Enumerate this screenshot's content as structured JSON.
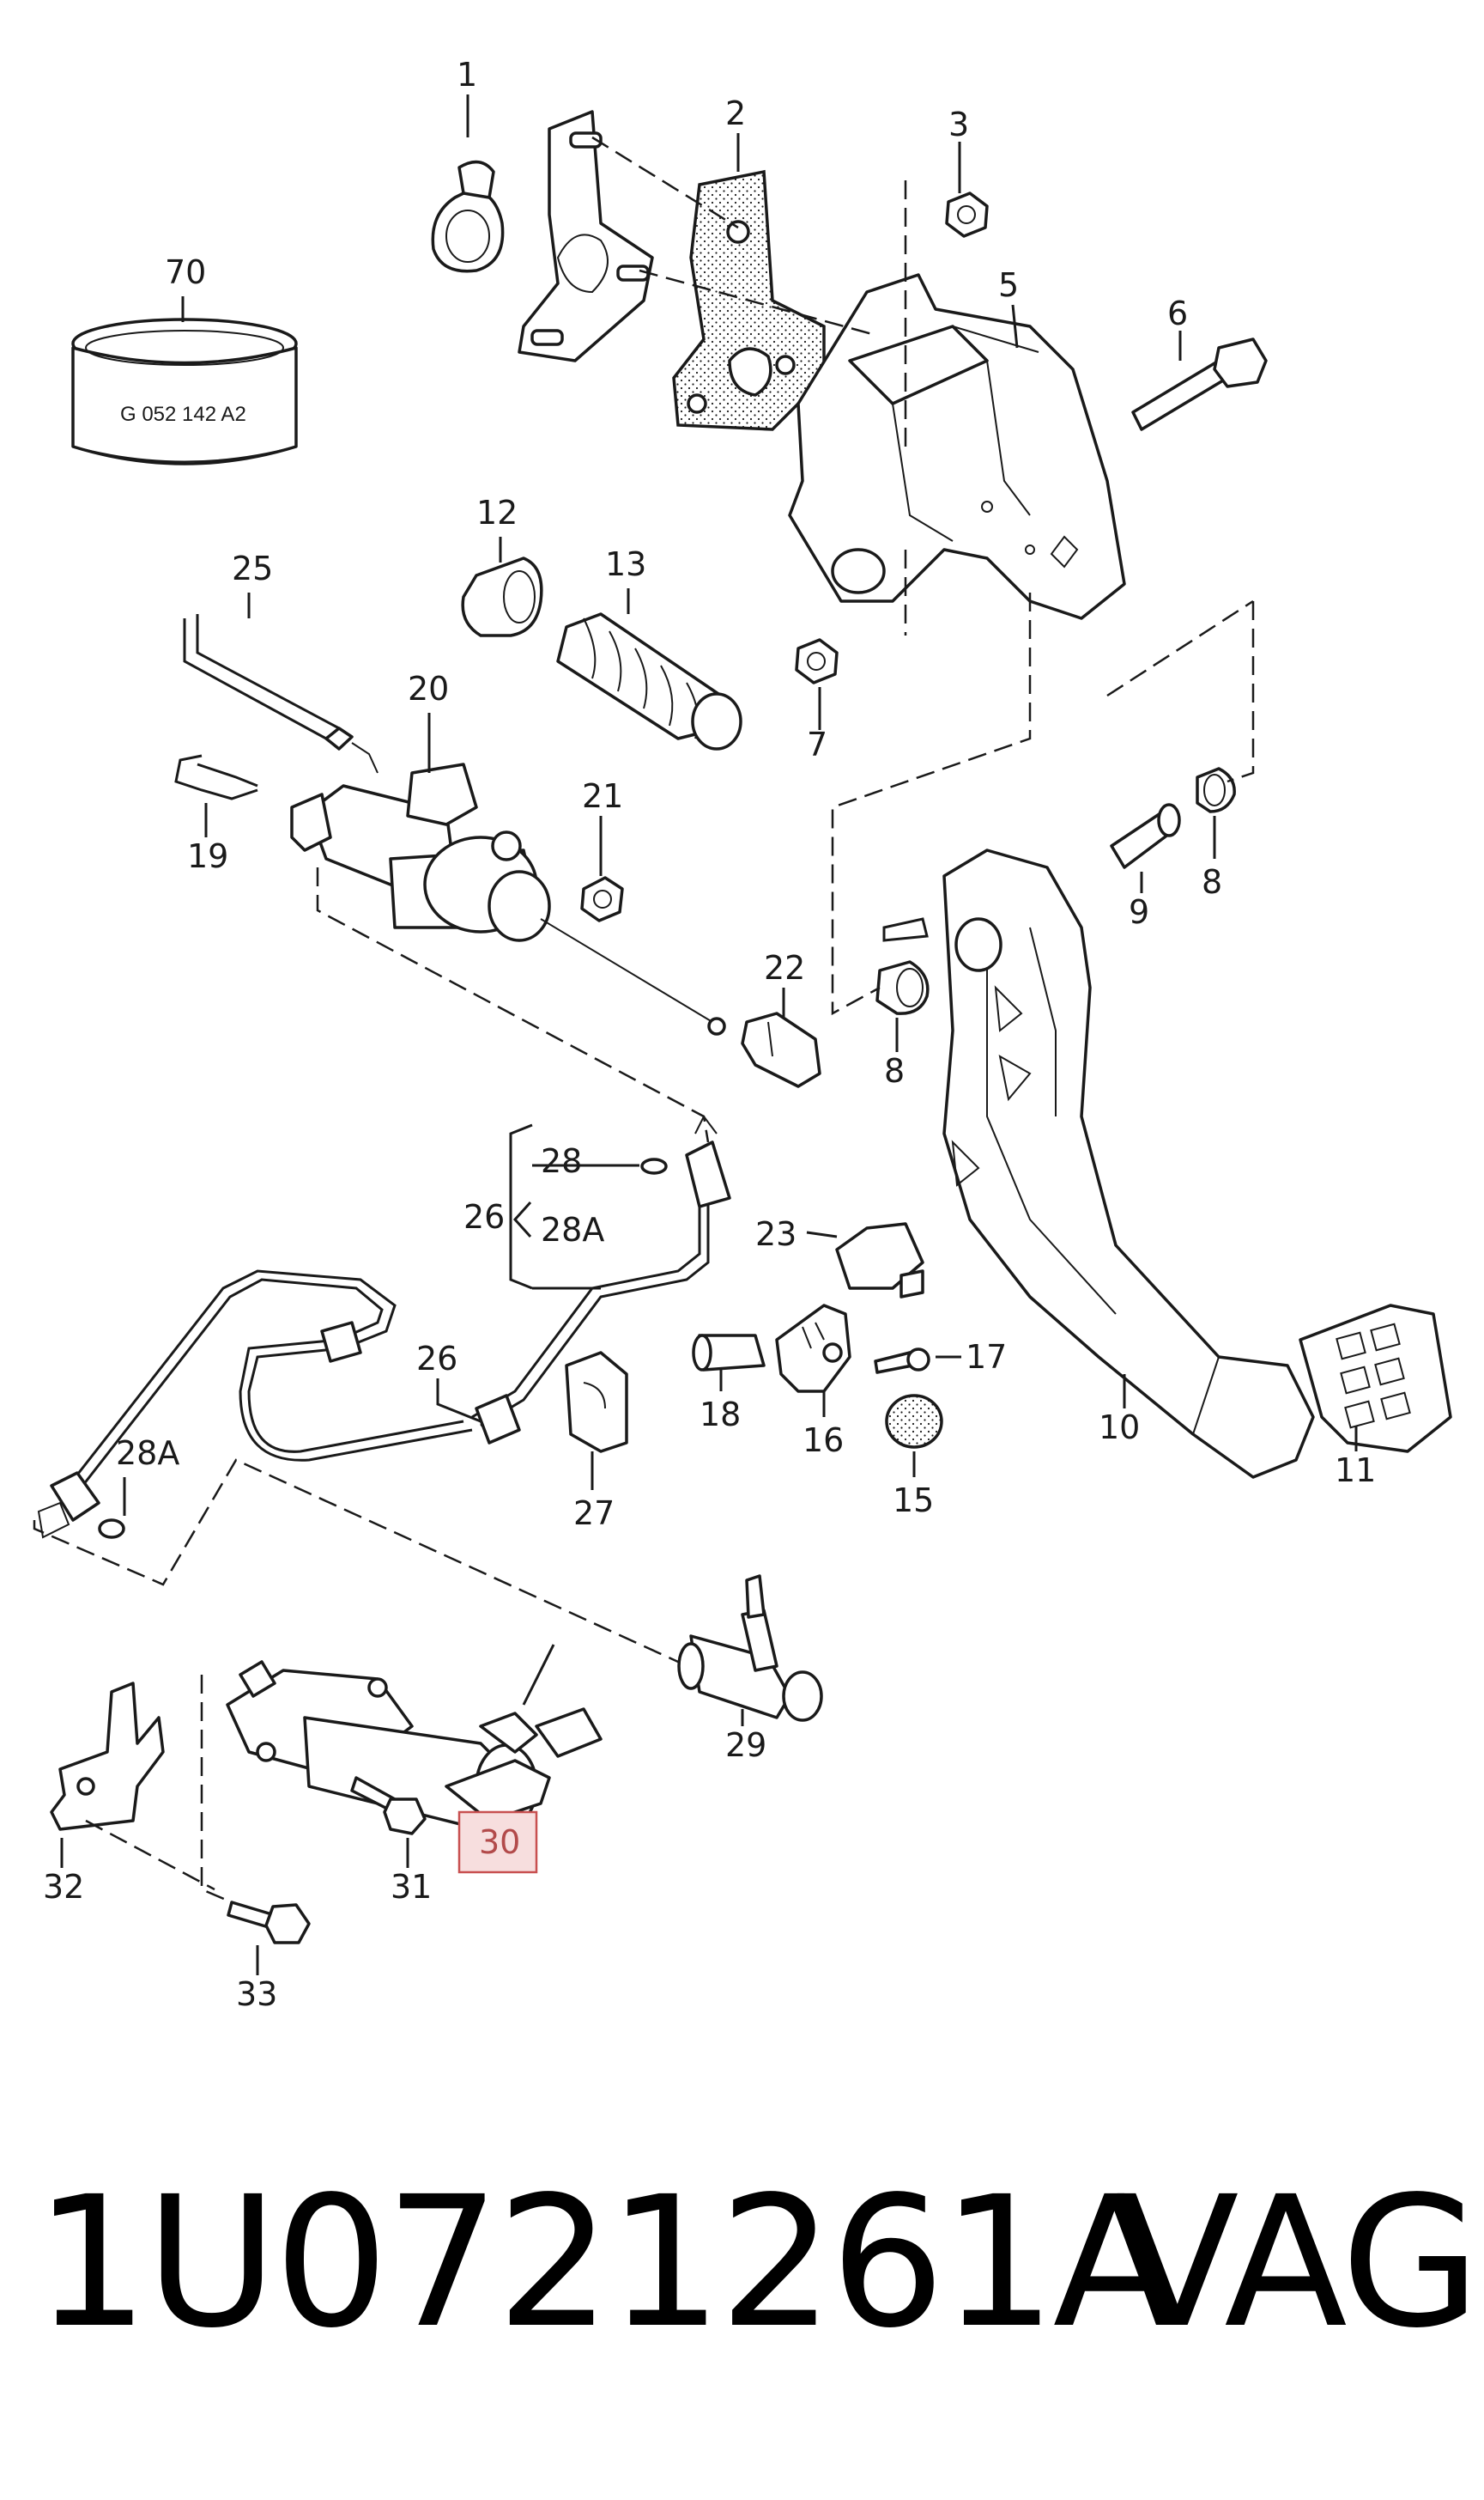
{
  "callouts": [
    "1",
    "2",
    "3",
    "5",
    "6",
    "7",
    "8",
    "8",
    "9",
    "10",
    "11",
    "12",
    "13",
    "15",
    "16",
    "17",
    "18",
    "19",
    "20",
    "21",
    "22",
    "23",
    "25",
    "26",
    "26",
    "27",
    "28",
    "28A",
    "28A",
    "29",
    "30",
    "31",
    "32",
    "33",
    "70"
  ],
  "highlighted_callout": "30",
  "part_marking": "G 052 142 A2",
  "footer": {
    "part_number": "1U0721261A",
    "brand": "VAG"
  },
  "colors": {
    "highlight_box_fill": "#f7dede",
    "highlight_box_stroke": "#c85050",
    "line": "#1a1a1a"
  }
}
